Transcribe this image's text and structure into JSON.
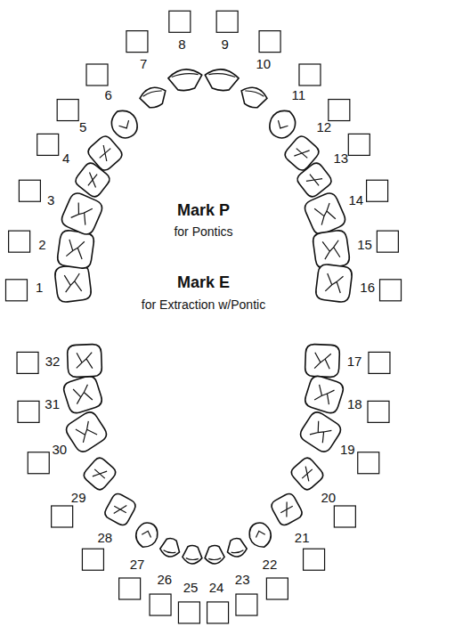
{
  "diagram": {
    "labels": [
      "1",
      "2",
      "3",
      "4",
      "5",
      "6",
      "7",
      "8",
      "9",
      "10",
      "11",
      "12",
      "13",
      "14",
      "15",
      "16",
      "17",
      "18",
      "19",
      "20",
      "21",
      "22",
      "23",
      "24",
      "25",
      "26",
      "27",
      "28",
      "29",
      "30",
      "31",
      "32",
      "Mark P",
      "for Pontics",
      "Mark E",
      "for Extraction w/Pontic"
    ]
  }
}
